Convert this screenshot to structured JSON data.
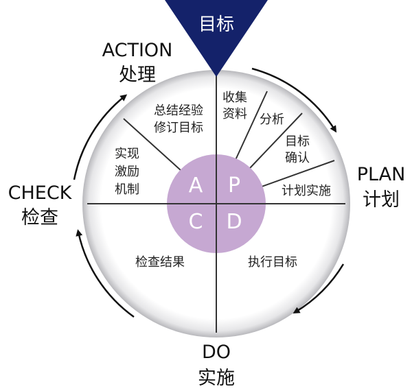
{
  "goal": "目标",
  "colors": {
    "triangle": "#14226a",
    "inner": "#c6a8d2",
    "line": "#333333"
  },
  "stages": {
    "action": {
      "en": "ACTION",
      "zh": "处理"
    },
    "plan": {
      "en": "PLAN",
      "zh": "计划"
    },
    "do": {
      "en": "DO",
      "zh": "实施"
    },
    "check": {
      "en": "CHECK",
      "zh": "检查"
    }
  },
  "quadrants": {
    "a": "A",
    "p": "P",
    "c": "C",
    "d": "D"
  },
  "segments": {
    "collect": [
      "收集",
      "资料"
    ],
    "analyze": "分析",
    "confirm": [
      "目标",
      "确认"
    ],
    "plan_impl": "计划实施",
    "execute": "执行目标",
    "check_result": "检查结果",
    "incentive": [
      "实现",
      "激励",
      "机制"
    ],
    "summary": [
      "总结经验",
      "修订目标"
    ]
  }
}
